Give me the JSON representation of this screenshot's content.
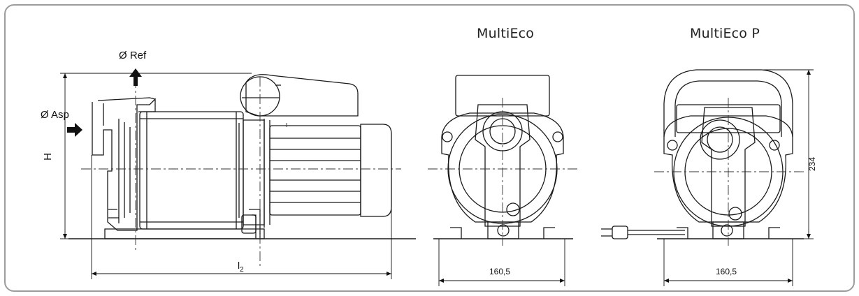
{
  "views": {
    "front_title": "MultiEco",
    "plug_title": "MultiEco P"
  },
  "labels": {
    "discharge": "Ø Ref",
    "suction": "Ø Asp",
    "height": "H",
    "length_prefix": "l",
    "length_sub": "2"
  },
  "dimensions": {
    "width_multieco": "160,5",
    "width_multieco_p": "160,5",
    "height_multieco_p": "234"
  }
}
